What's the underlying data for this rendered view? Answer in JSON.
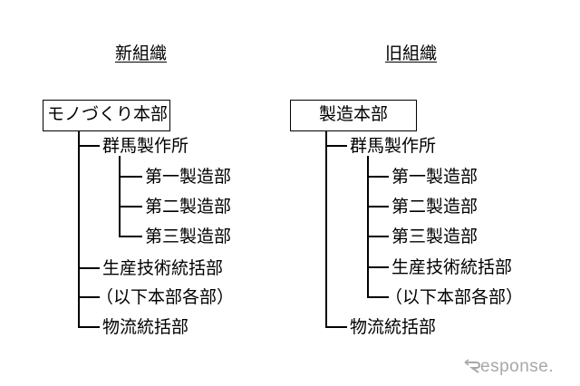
{
  "new_org": {
    "title": "新組織",
    "root": "モノづくり本部",
    "children": [
      {
        "label": "群馬製作所",
        "children": [
          "第一製造部",
          "第二製造部",
          "第三製造部"
        ]
      },
      {
        "label": "生産技術統括部"
      },
      {
        "label": "（以下本部各部）"
      },
      {
        "label": "物流統括部"
      }
    ]
  },
  "old_org": {
    "title": "旧組織",
    "root": "製造本部",
    "children": [
      {
        "label": "群馬製作所",
        "children": [
          "第一製造部",
          "第二製造部",
          "第三製造部",
          "生産技術統括部",
          "（以下本部各部）"
        ]
      },
      {
        "label": "物流統括部"
      }
    ]
  },
  "watermark": {
    "text": "esponse.",
    "icon": "response-logo-icon"
  }
}
